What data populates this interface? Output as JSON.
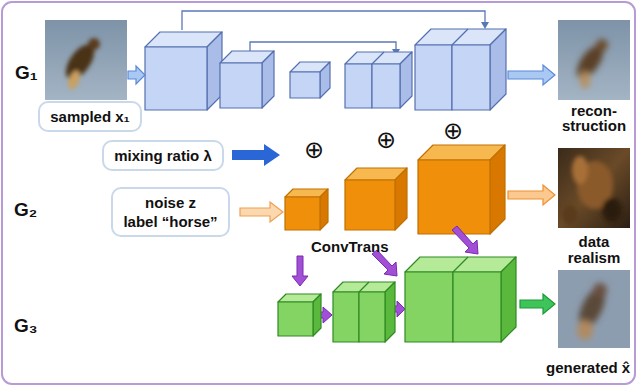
{
  "diagram": {
    "nodes": [
      {
        "text": [
          "sampled x₁"
        ]
      },
      {
        "text": [
          "mixing ratio λ"
        ]
      },
      {
        "text": [
          "noise z",
          "label “horse”"
        ]
      }
    ],
    "labels": [
      "G₁",
      "G₂",
      "G₃",
      "recon- struction",
      "data realism",
      "generated x̂",
      "ConvTrans",
      "⊕",
      "⊕",
      "⊕"
    ]
  }
}
